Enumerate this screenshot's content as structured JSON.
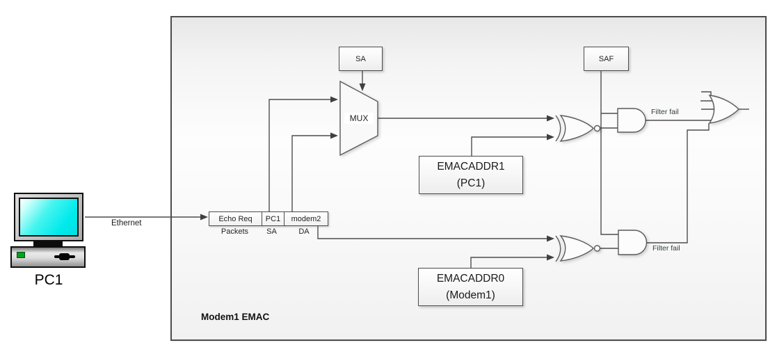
{
  "device": {
    "name": "PC1"
  },
  "connection": {
    "label": "Ethernet"
  },
  "container": {
    "title": "Modem1 EMAC"
  },
  "selectors": {
    "sa": "SA",
    "saf": "SAF"
  },
  "mux": {
    "label": "MUX"
  },
  "packet": {
    "fields": [
      {
        "value": "Echo Req",
        "caption": "Packets"
      },
      {
        "value": "PC1",
        "caption": "SA"
      },
      {
        "value": "modem2",
        "caption": "DA"
      }
    ]
  },
  "addresses": {
    "emacaddr1": {
      "line1": "EMACADDR1",
      "line2": "(PC1)"
    },
    "emacaddr0": {
      "line1": "EMACADDR0",
      "line2": "(Modem1)"
    }
  },
  "outputs": {
    "filter_fail_top": "Filter fail",
    "filter_fail_bottom": "Filter fail"
  },
  "colors": {
    "wire": "#4d4d4d",
    "box_border": "#4c4c4c",
    "screen_cyan": "#00eaec",
    "led_green": "#00a21e"
  }
}
